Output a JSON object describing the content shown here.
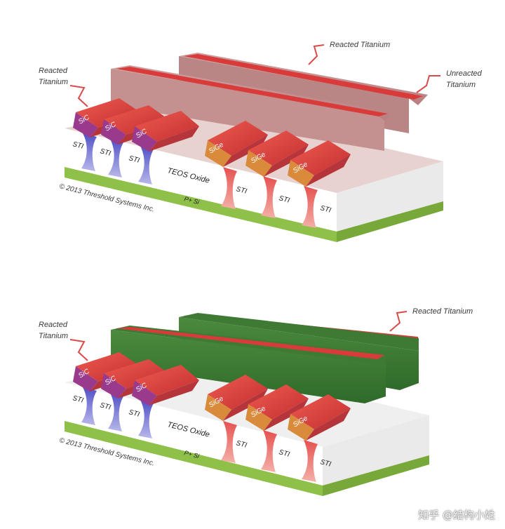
{
  "colors": {
    "titanium_red": "#d93a3a",
    "unreacted_titanium": "#c89090",
    "reacted_gate": "#3f7a35",
    "sic": "#9a3a8c",
    "sige": "#d98a3a",
    "sti_blue": "#6b6bd0",
    "sti_red": "#e06060",
    "substrate_green": "#8fc04a"
  },
  "panels": [
    {
      "callouts": {
        "reacted_left": [
          "Reacted",
          "Titanium"
        ],
        "reacted_top": "Reacted Titanium",
        "unreacted": [
          "Unreacted",
          "Titanium"
        ]
      },
      "sti": [
        "STI",
        "STI",
        "STI",
        "STI",
        "STI",
        "STI"
      ],
      "teos": "TEOS Oxide",
      "substrate": "P+ Si",
      "copyright": "© 2013 Threshold Systems Inc.",
      "sic": [
        "SiC",
        "SiC",
        "SiC"
      ],
      "sige": [
        "SiGe",
        "SiGe",
        "SiGe"
      ]
    },
    {
      "callouts": {
        "reacted_left": [
          "Reacted",
          "Titanium"
        ],
        "reacted_top": "Reacted Titanium"
      },
      "sti": [
        "STI",
        "STI",
        "STI",
        "STI",
        "STI",
        "STI"
      ],
      "teos": "TEOS Oxide",
      "substrate": "P+ Si",
      "copyright": "© 2013 Threshold Systems Inc.",
      "sic": [
        "SiC",
        "SiC",
        "SiC"
      ],
      "sige": [
        "SiGe",
        "SiGe",
        "SiGe"
      ]
    }
  ],
  "watermark": "知乎 @结构小姓"
}
